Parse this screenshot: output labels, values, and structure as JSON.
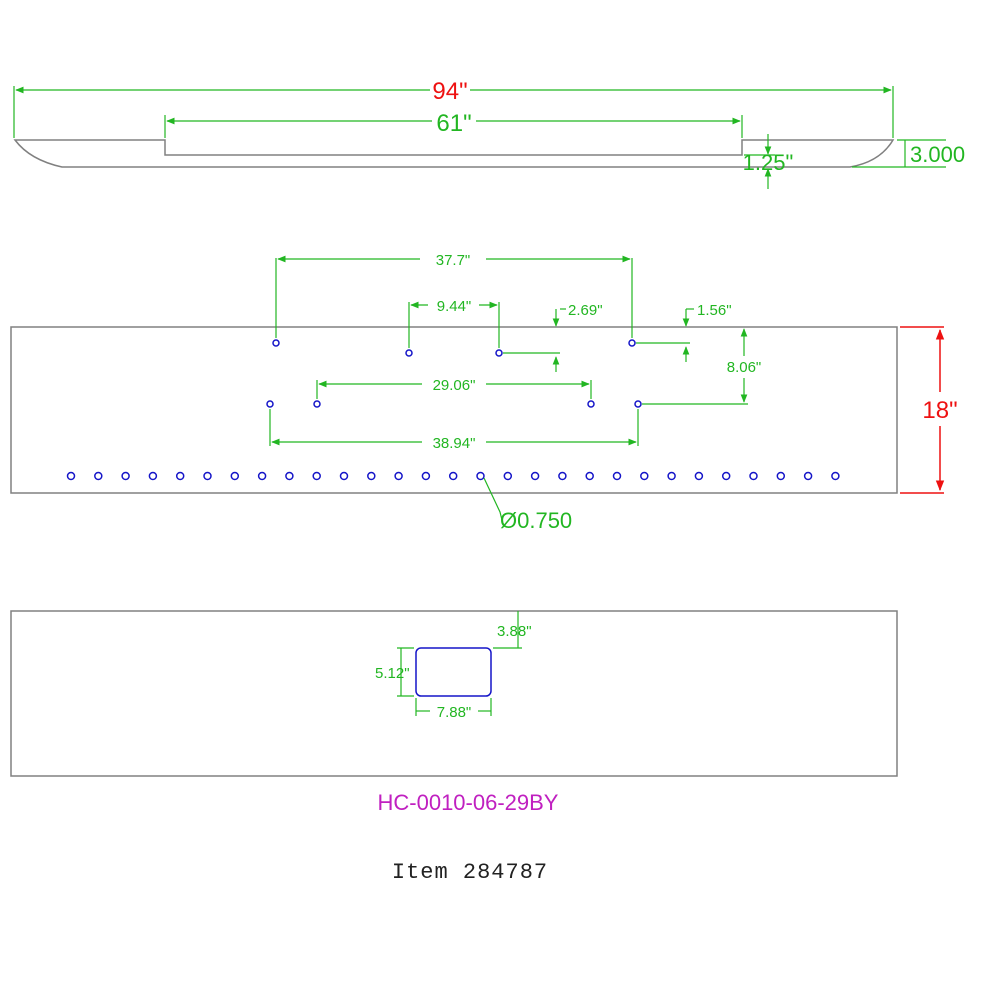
{
  "colors": {
    "outline": "#808080",
    "dimension": "#22b622",
    "major_dimension": "#ee1111",
    "hole": "#1515c8",
    "part_number": "#c020c0",
    "item_text": "#222222"
  },
  "top_view": {
    "overall_length": "94\"",
    "step_length": "61\"",
    "step_height": "1.25\"",
    "end_height": "3.000"
  },
  "hole_view": {
    "dim_a": "37.7\"",
    "dim_b": "9.44\"",
    "dim_c": "2.69\"",
    "dim_d": "1.56\"",
    "dim_e": "8.06\"",
    "dim_f": "29.06\"",
    "dim_g": "38.94\"",
    "height": "18\"",
    "hole_diameter": "Ø0.750",
    "bottom_row_hole_count": 29
  },
  "cutout_view": {
    "top_offset": "3.88\"",
    "cutout_height": "5.12\"",
    "cutout_width": "7.88\""
  },
  "part_number": "HC-0010-06-29BY",
  "item": "Item 284787"
}
